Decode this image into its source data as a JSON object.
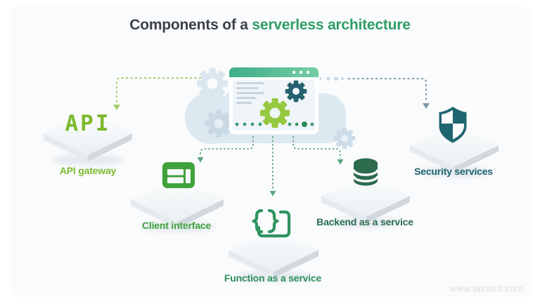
{
  "title": {
    "prefix": "Components of a",
    "highlight": "serverless architecture"
  },
  "watermark": "www.apriorit.com",
  "center": {
    "icon": "browser-window-with-gears-in-cloud",
    "decorations": [
      "cloud",
      "gear-icon",
      "gear-icon",
      "gear-icon"
    ],
    "connector_style": "dashed-arrows"
  },
  "components": [
    {
      "id": "api-gateway",
      "label": "API gateway",
      "icon": "api-text-icon",
      "icon_text": "API",
      "color": "#7cb92e"
    },
    {
      "id": "client-interface",
      "label": "Client interface",
      "icon": "browser-layout-icon",
      "color": "#3fa23c"
    },
    {
      "id": "function-as-a-service",
      "label": "Function as a service",
      "icon": "code-braces-icon",
      "color": "#2f8f5f"
    },
    {
      "id": "backend-as-a-service",
      "label": "Backend as a service",
      "icon": "database-icon",
      "color": "#2c6e52"
    },
    {
      "id": "security-services",
      "label": "Security services",
      "icon": "shield-icon",
      "color": "#1e6570"
    }
  ],
  "colors": {
    "card_background": "#fafbfc",
    "title_dark": "#3c4147",
    "title_green": "#2f9d68",
    "window_header": "#45b28d",
    "lime_gear": "#96c93f",
    "teal_gear": "#27616f",
    "cloud": "#dde9f0",
    "platform_top": "#f4f7f9",
    "connector_green": "#5aa57d",
    "connector_lime": "#a6cd68",
    "connector_teal": "#7e9aa9"
  }
}
